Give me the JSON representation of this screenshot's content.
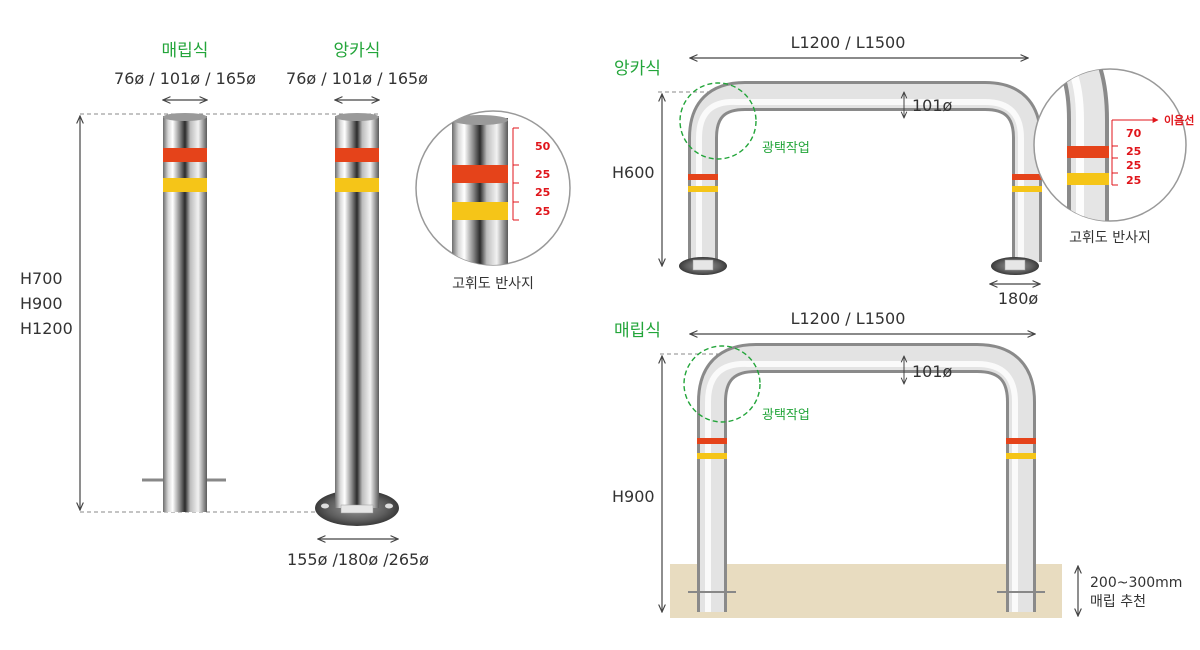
{
  "left_panel": {
    "embed_type_label": "매립식",
    "anchor_type_label": "앙카식",
    "embed_diameters": "76ø / 101ø / 165ø",
    "anchor_diameters": "76ø / 101ø / 165ø",
    "heights": [
      "H700",
      "H900",
      "H1200"
    ],
    "base_diameters": "155ø /180ø /265ø",
    "inset": {
      "caption": "고휘도 반사지",
      "marks": [
        "50",
        "25",
        "25",
        "25"
      ]
    }
  },
  "right_top": {
    "type_label": "앙카식",
    "length": "L1200 / L1500",
    "pipe_diameter": "101ø",
    "polish_label": "광택작업",
    "height": "H600",
    "base_diameter": "180ø",
    "inset": {
      "pointer_label": "이음선",
      "marks": [
        "70",
        "25",
        "25",
        "25"
      ],
      "caption": "고휘도 반사지"
    }
  },
  "right_bottom": {
    "type_label": "매립식",
    "length": "L1200 / L1500",
    "pipe_diameter": "101ø",
    "polish_label": "광택작업",
    "height": "H900",
    "embed_depth": "200~300mm",
    "embed_note": "매립 추천"
  },
  "colors": {
    "green": "#23a53a",
    "red_band": "#e5431a",
    "yellow_band": "#f5c518",
    "ground": "#e8dcc0"
  }
}
